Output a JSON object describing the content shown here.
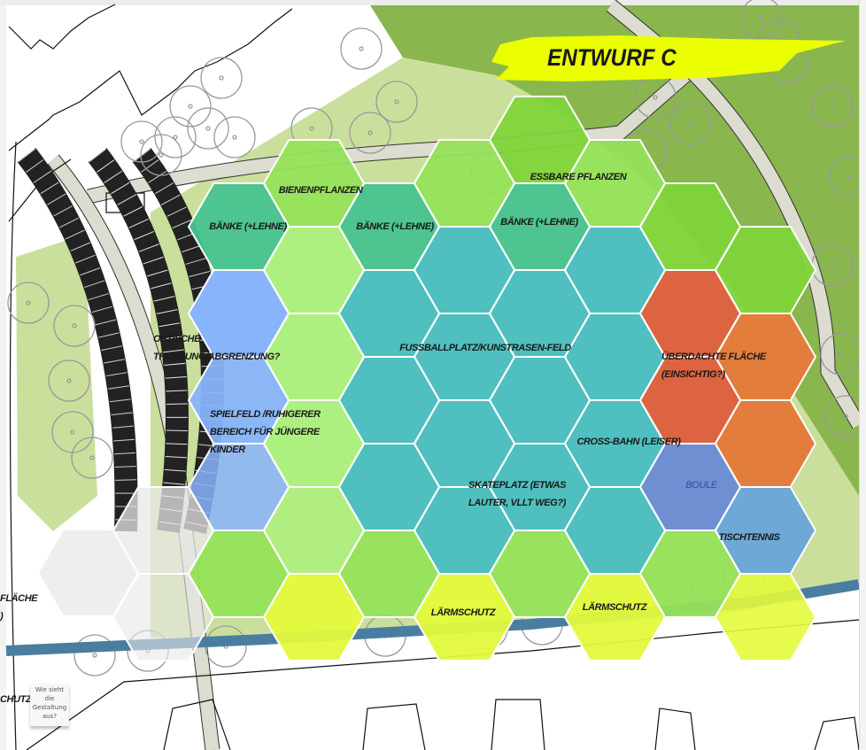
{
  "title": "ENTWURF C",
  "colors": {
    "title_brush": "#ecff00",
    "forest": "#8ab64e",
    "meadow": "#cbdf9c",
    "path": "#dcdcd0",
    "stream": "#4a7ea0",
    "seating": "#47c28f",
    "plants": "#95e25a",
    "plants_bright": "#7fd43a",
    "lawn": "#aef07f",
    "sports": "#4fbfbf",
    "kids": "#88b4fb",
    "roof": "#dd6440",
    "roof_alt": "#e37d3c",
    "boule": "#6f8fd3",
    "tabletennis": "#6ea8d6",
    "noise": "#e3f93c",
    "paved": "#e8e8e8"
  },
  "labels": {
    "bienen": "Bienenpflanzen",
    "baenke1": "Bänke (+Lehne)",
    "baenke2": "Bänke (+Lehne)",
    "baenke3": "Bänke (+Lehne)",
    "essbar": "Essbare Pflanzen",
    "optisch1": "Optische",
    "optisch2": "Trennung/Abgrenzung?",
    "fussball": "Fußballplatz/Kunstrasen-Feld",
    "spiel1": "Spielfeld /ruhigerer",
    "spiel2": "Bereich für jüngere",
    "spiel3": "Kinder",
    "ueber1": "Überdachte Fläche",
    "ueber2": "(einsichtig?)",
    "cross": "Cross-Bahn (leiser)",
    "skate1": "Skateplatz (etwas",
    "skate2": "lauter, vllt weg?)",
    "boule": "Boule",
    "tischtennis": "Tischtennis",
    "laerm1": "Lärmschutz",
    "laerm2": "Lärmschutz",
    "cut_flaeche": "Fläche",
    "cut_paren": ")",
    "cut_schutz": "chutz"
  },
  "sticky_note": "Wie sieht die Gestaltung aus?"
}
